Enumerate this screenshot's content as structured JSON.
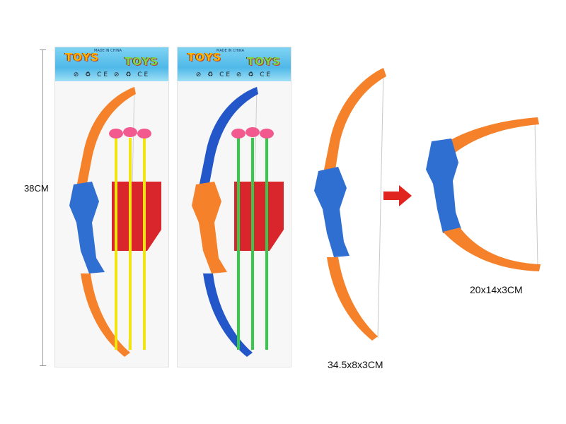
{
  "dimensions": {
    "height": "38CM",
    "bow_large": "34.5x8x3CM",
    "bow_small": "20x14x3CM"
  },
  "packages": [
    {
      "header_brand_left": "TOYS",
      "header_brand_right": "TOYS",
      "header_made": "MADE IN CHINA",
      "header_badges": "⊘ ♻ CE ⊘ ♻ CE",
      "bow_colors": {
        "limbs": "#f5822a",
        "grip": "#2f6fd1"
      },
      "arrow_colors": {
        "shaft": "#f2e313",
        "tip": "#f25a8f"
      },
      "quiver_color": "#d8262c"
    },
    {
      "header_brand_left": "TOYS",
      "header_brand_right": "TOYS",
      "header_made": "MADE IN CHINA",
      "header_badges": "⊘ ♻ CE ⊘ ♻ CE",
      "bow_colors": {
        "limbs": "#2356c9",
        "grip": "#f5822a"
      },
      "arrow_colors": {
        "shaft": "#36c94a",
        "tip": "#f25a8f"
      },
      "quiver_color": "#d8262c"
    }
  ],
  "colors": {
    "bow3_limbs": "#f5822a",
    "bow3_grip": "#2f6fd1",
    "arrow_indicator": "#e0241e"
  }
}
